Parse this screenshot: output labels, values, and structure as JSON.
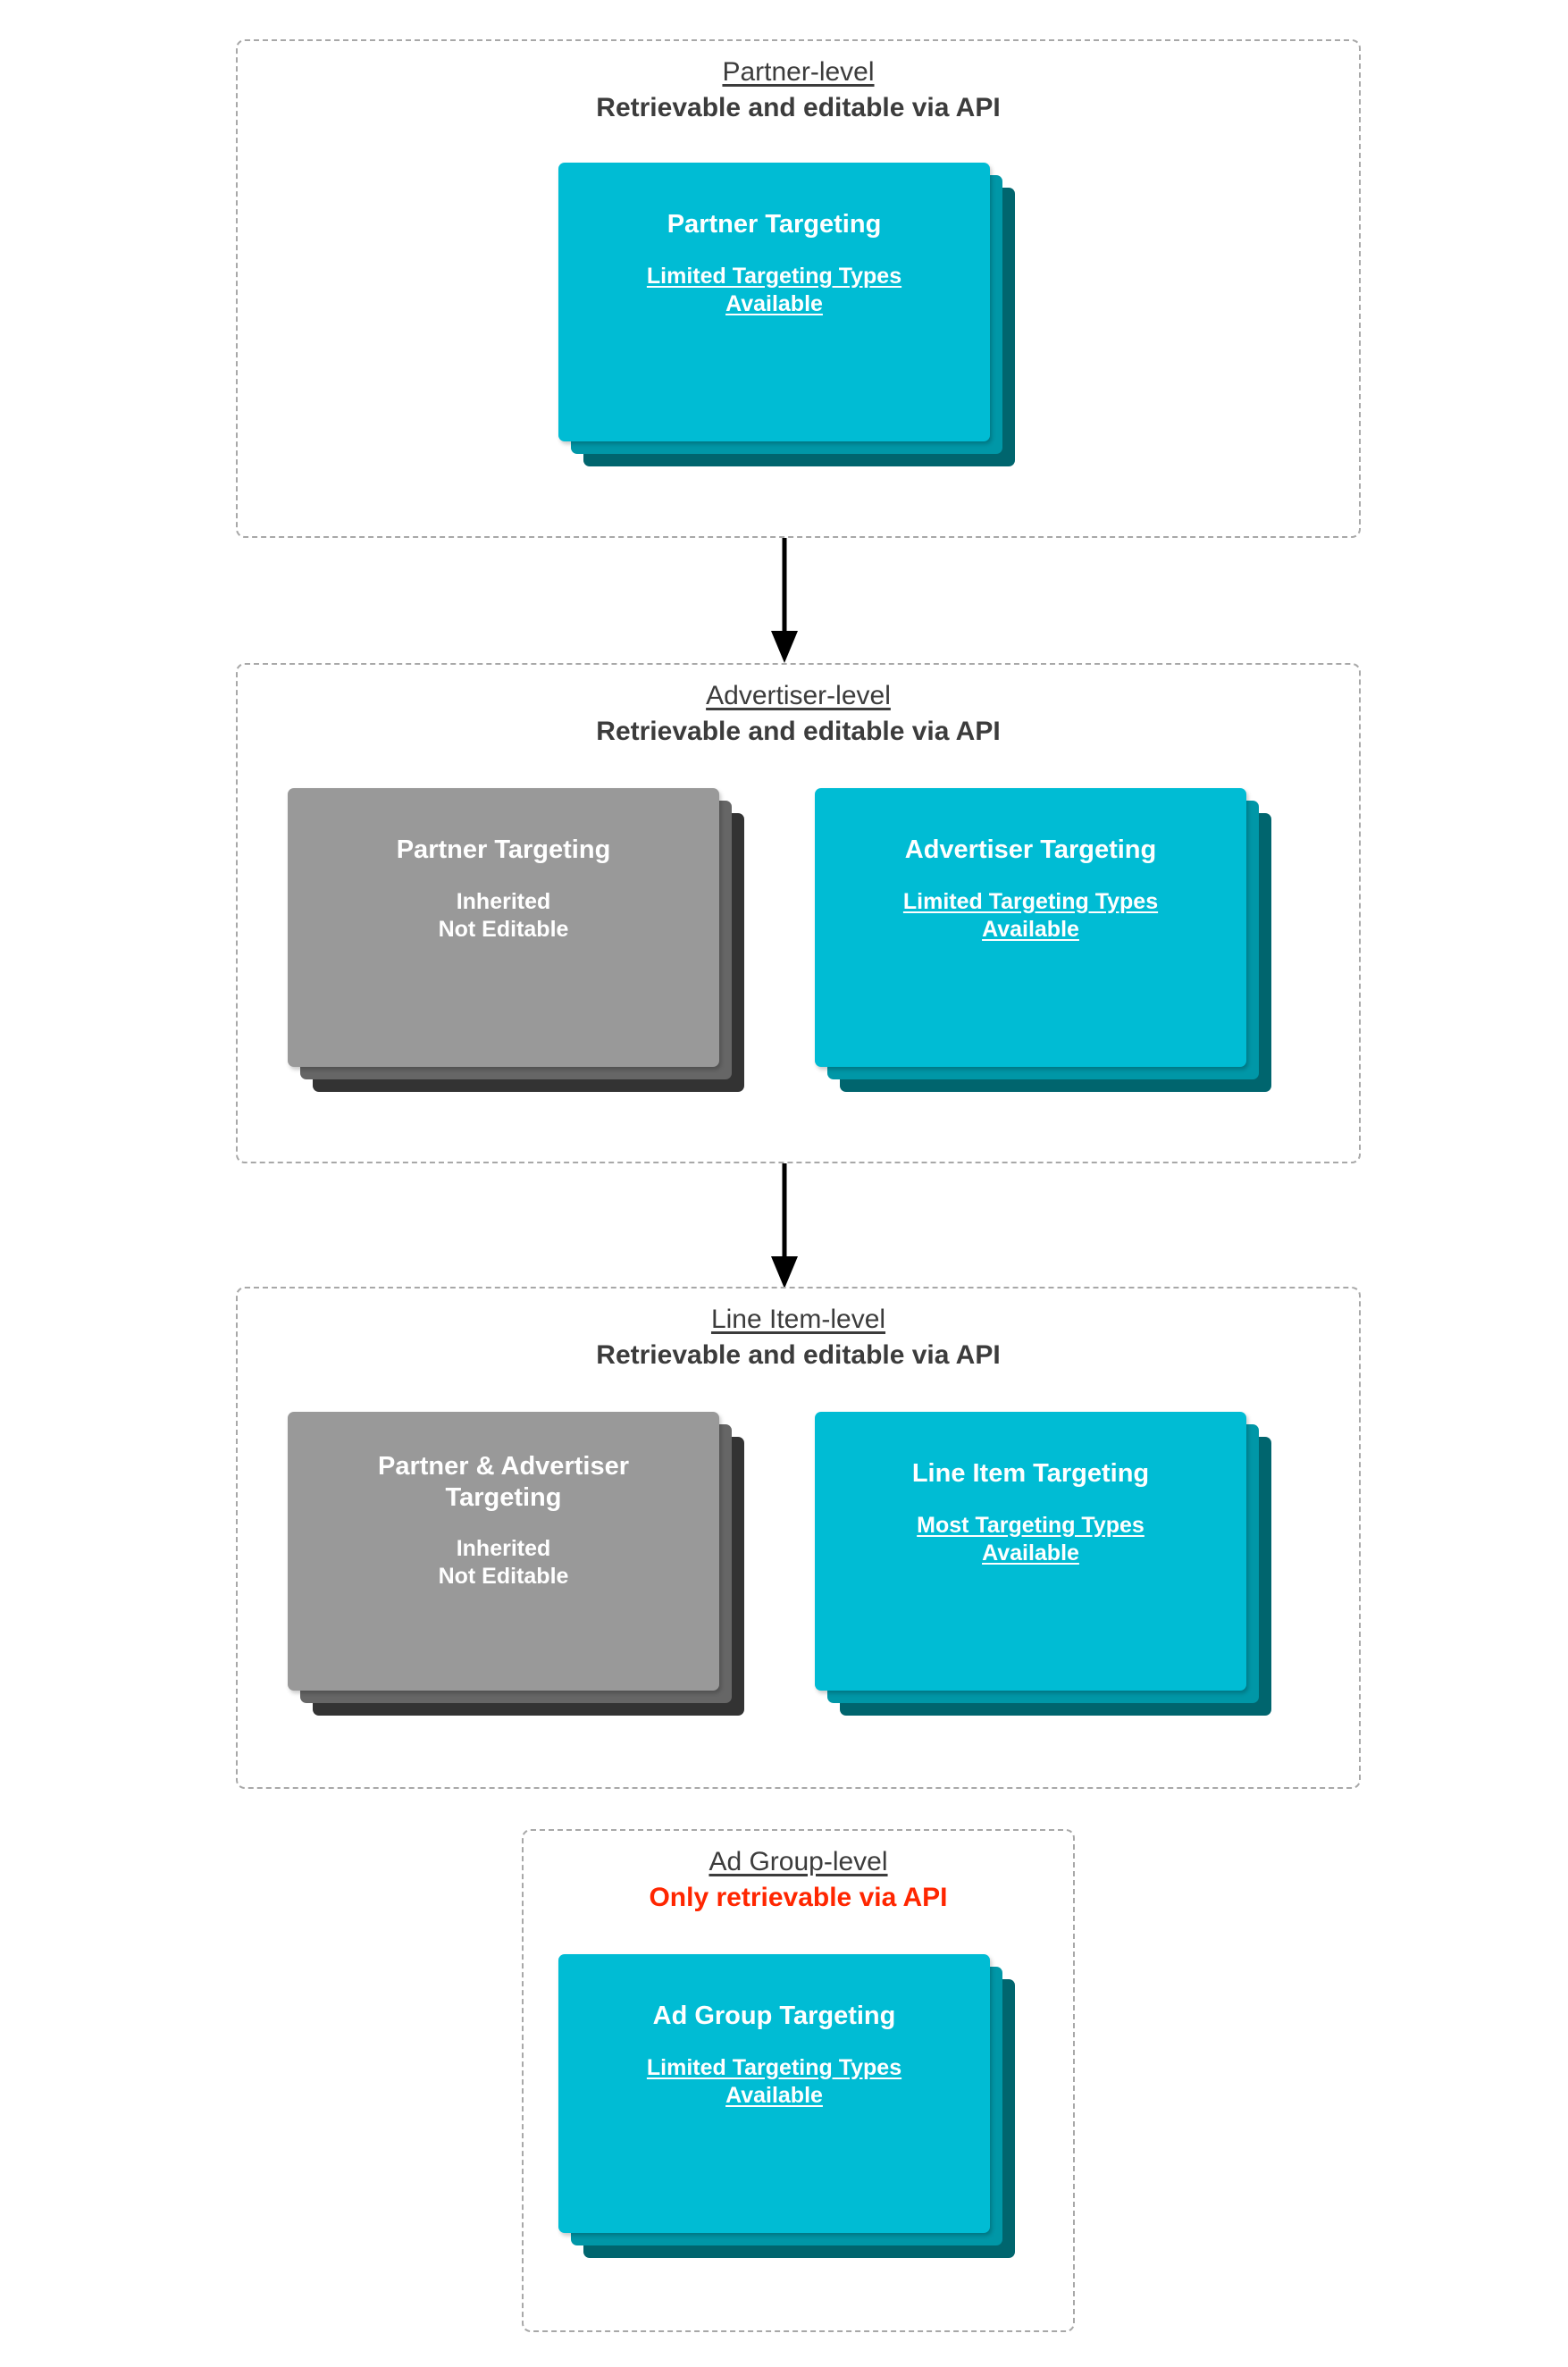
{
  "diagram": {
    "title_semantic": "Targeting inheritance hierarchy across Partner, Advertiser, Line Item and Ad Group levels",
    "accent_colors": {
      "card_front": "#00BCD4",
      "card_mid": "#0097A7",
      "card_back": "#00656E",
      "inherited_front": "#999999",
      "inherited_mid": "#666666",
      "inherited_back": "#333333",
      "heading_text": "#3C3C3C",
      "warning_text": "#FF2600",
      "dashed_border": "#A8A8A8"
    }
  },
  "levels": [
    {
      "id": "partner-level",
      "name": "Partner-level",
      "api_note": "Retrievable and editable via API",
      "api_note_warning": false,
      "cards": [
        {
          "id": "partner-targeting",
          "title": "Partner Targeting",
          "subtitle": "Limited Targeting Types Available",
          "subtitle_underlined": true,
          "variant": "cyan"
        }
      ]
    },
    {
      "id": "advertiser-level",
      "name": "Advertiser-level",
      "api_note": "Retrievable and editable via API",
      "api_note_warning": false,
      "cards": [
        {
          "id": "partner-targeting-inherited",
          "title": "Partner Targeting",
          "subtitle": "Inherited\nNot Editable",
          "subtitle_underlined": false,
          "variant": "gray"
        },
        {
          "id": "advertiser-targeting",
          "title": "Advertiser Targeting",
          "subtitle": "Limited Targeting Types Available",
          "subtitle_underlined": true,
          "variant": "cyan"
        }
      ]
    },
    {
      "id": "line-item-level",
      "name": "Line Item-level",
      "api_note": "Retrievable and editable via API",
      "api_note_warning": false,
      "cards": [
        {
          "id": "partner-advertiser-targeting-inherited",
          "title": "Partner & Advertiser Targeting",
          "subtitle": "Inherited\nNot Editable",
          "subtitle_underlined": false,
          "variant": "gray"
        },
        {
          "id": "line-item-targeting",
          "title": "Line Item Targeting",
          "subtitle": "Most Targeting Types Available",
          "subtitle_underlined": true,
          "variant": "cyan"
        }
      ]
    },
    {
      "id": "ad-group-level",
      "name": "Ad Group-level",
      "api_note": "Only retrievable via API",
      "api_note_warning": true,
      "cards": [
        {
          "id": "ad-group-targeting",
          "title": "Ad Group Targeting",
          "subtitle": "Limited Targeting Types Available",
          "subtitle_underlined": true,
          "variant": "cyan"
        }
      ]
    }
  ],
  "connectors": [
    {
      "id": "partner-to-advertiser",
      "from": "partner-level",
      "to": "advertiser-level"
    },
    {
      "id": "advertiser-to-line-item",
      "from": "advertiser-level",
      "to": "line-item-level"
    }
  ]
}
